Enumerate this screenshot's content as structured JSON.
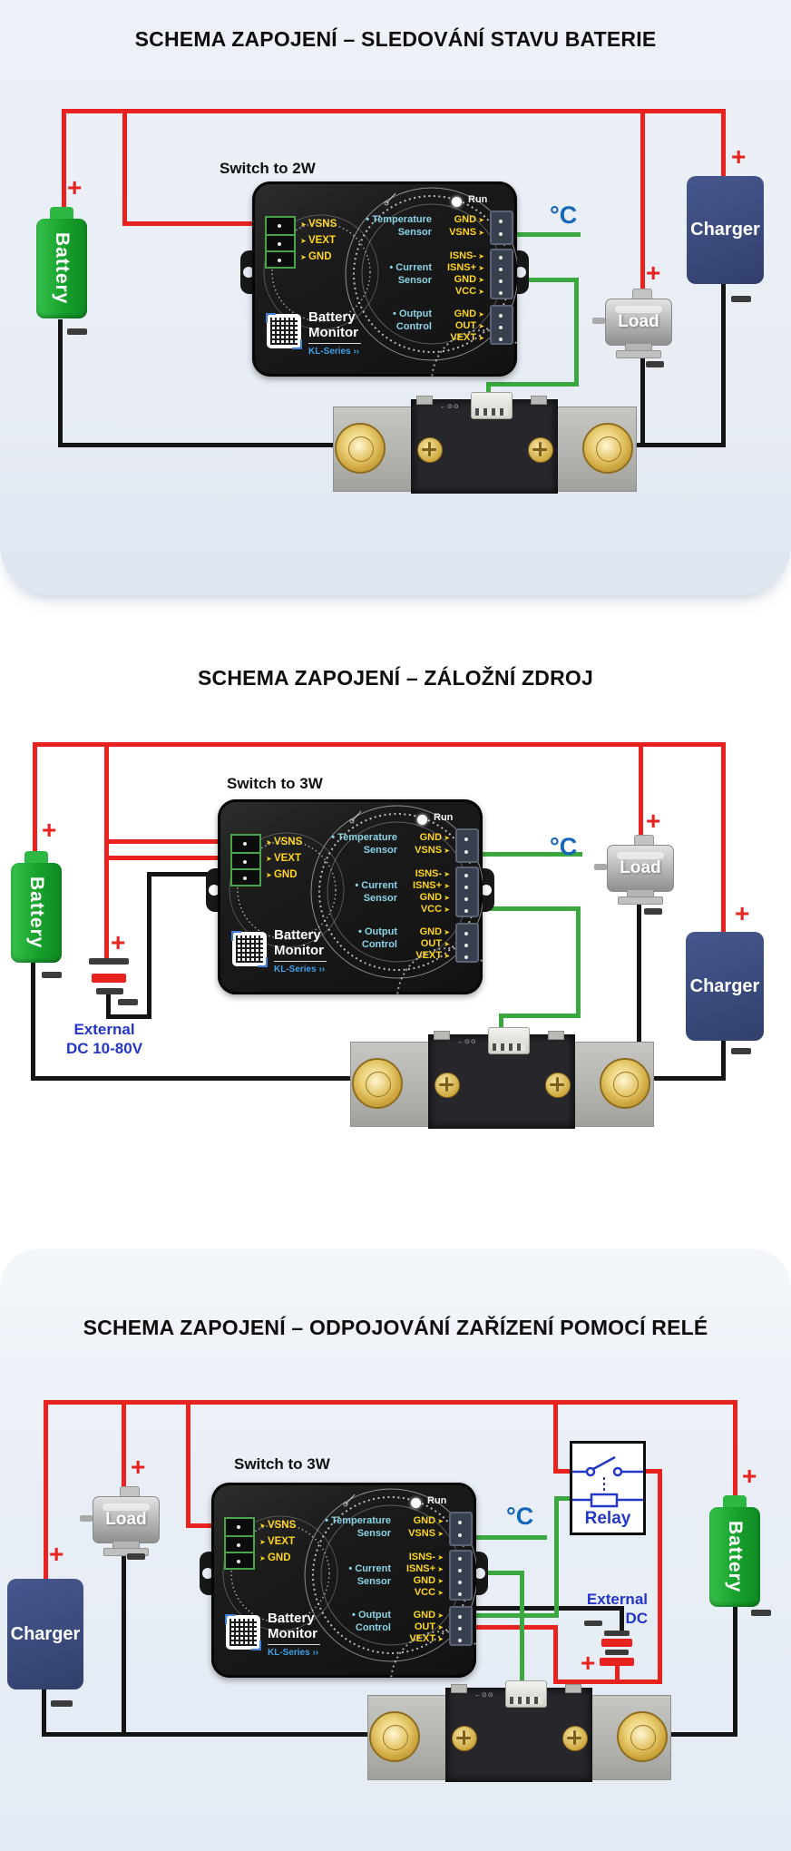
{
  "section1": {
    "title": "SCHEMA ZAPOJENÍ – SLEDOVÁNÍ STAVU BATERIE",
    "switch_label": "Switch to 2W"
  },
  "section2": {
    "title": "SCHEMA ZAPOJENÍ – ZÁLOŽNÍ ZDROJ",
    "switch_label": "Switch to 3W",
    "external_label1": "External",
    "external_label2": "DC 10-80V"
  },
  "section3": {
    "title": "SCHEMA ZAPOJENÍ – ODPOJOVÁNÍ ZAŘÍZENÍ POMOCÍ RELÉ",
    "switch_label": "Switch to 3W",
    "external_label1": "External",
    "external_label2": "DC",
    "relay_label": "Relay"
  },
  "device": {
    "run": "Run",
    "left_pins": {
      "p1": "VSNS",
      "p2": "VEXT",
      "p3": "GND"
    },
    "temp": {
      "l1": "Temperature",
      "l2": "Sensor",
      "p1": "GND",
      "p2": "VSNS"
    },
    "cur": {
      "l1": "Current",
      "l2": "Sensor",
      "p1": "ISNS-",
      "p2": "ISNS+",
      "p3": "GND",
      "p4": "VCC"
    },
    "out": {
      "l1": "Output",
      "l2": "Control",
      "p1": "GND",
      "p2": "OUT",
      "p3": "VEXT"
    },
    "brand1": "Battery",
    "brand2": "Monitor",
    "series": "KL-Series ››"
  },
  "labels": {
    "battery": "Battery",
    "charger": "Charger",
    "load": "Load",
    "celsius": "°C",
    "plus": "+",
    "shunt_marking": "←⊙⊙"
  },
  "colors": {
    "wire_red": "#e8231f",
    "wire_black": "#151515",
    "wire_green": "#3aa83e",
    "battery_green": "#1ead35",
    "charger_navy": "#3d4e7e",
    "relay_blue": "#2438c8",
    "celsius_blue": "#1467b8",
    "pin_yellow": "#ffd61f",
    "group_cyan": "#8ad4e6"
  }
}
